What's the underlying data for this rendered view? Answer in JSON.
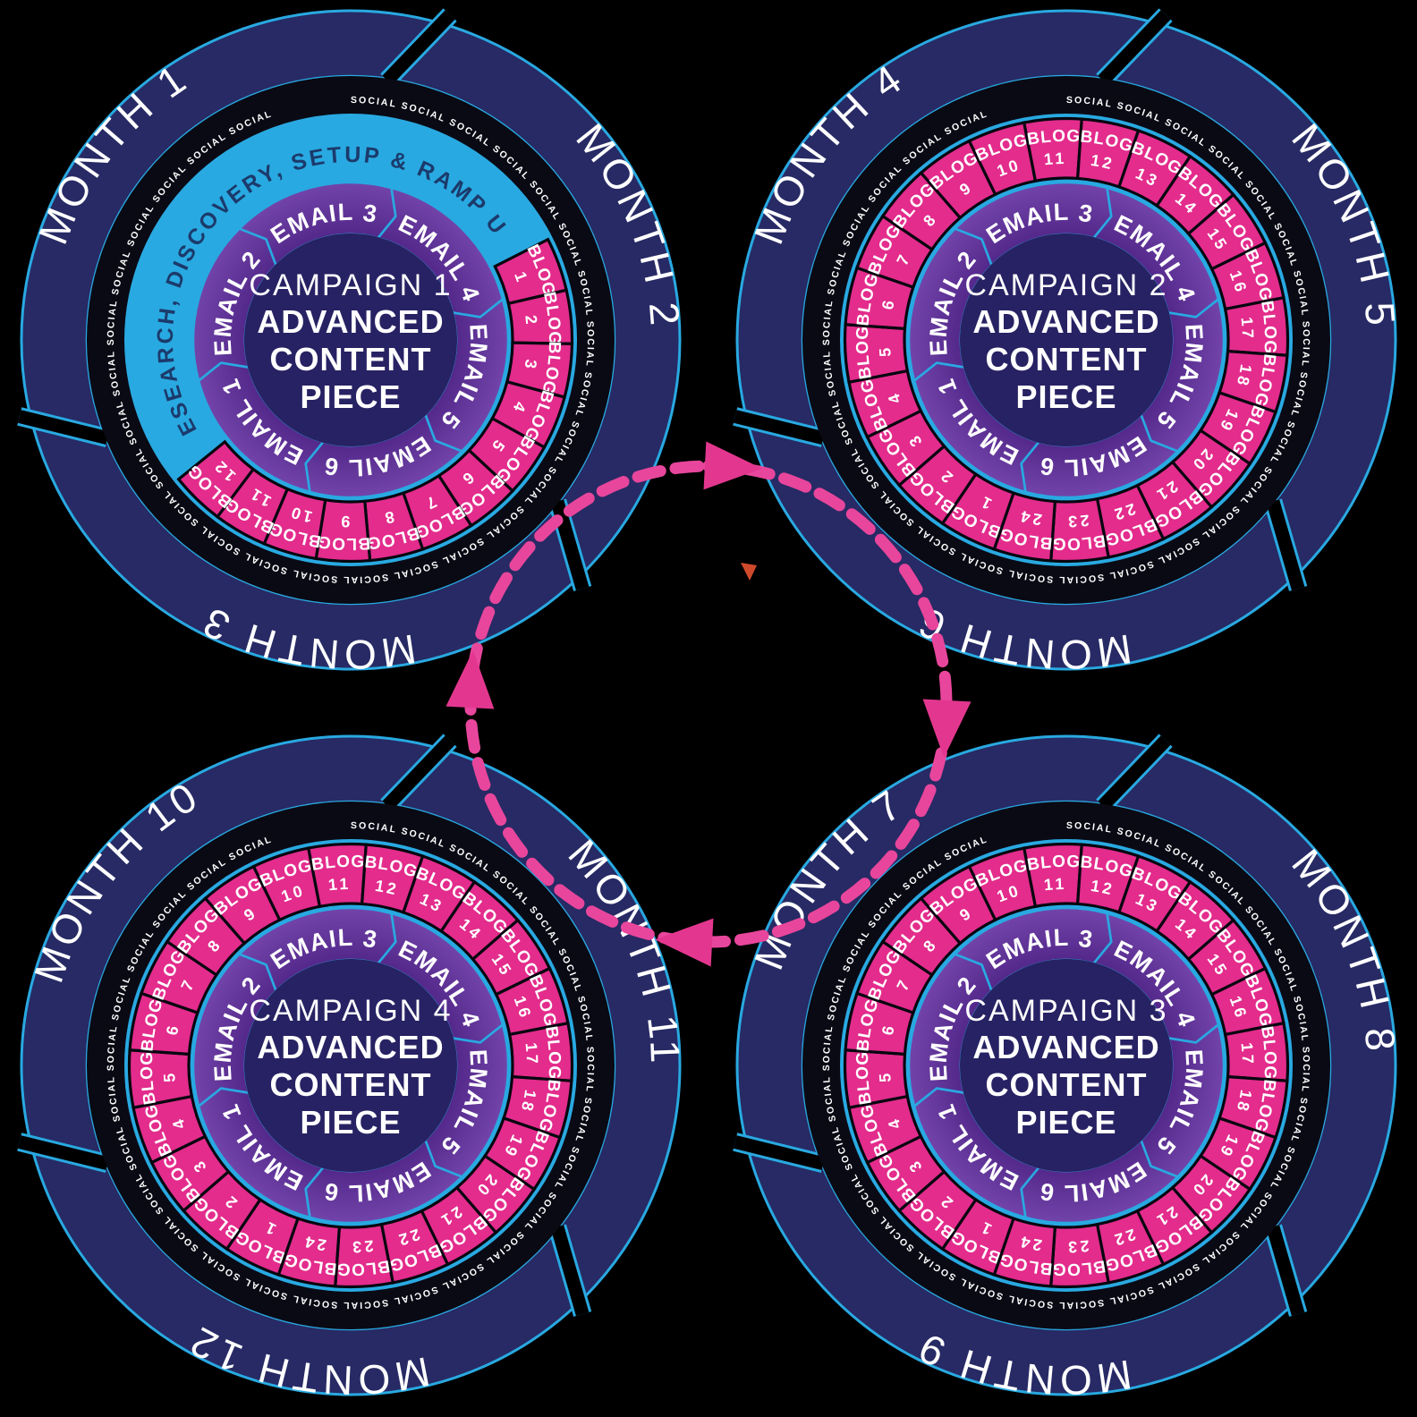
{
  "diagram": {
    "background": "#000000",
    "social_word": "SOCIAL",
    "research_banner": "RESEARCH, DISCOVERY, SETUP & RAMP UP",
    "center_subtitle_lines": [
      "ADVANCED",
      "CONTENT",
      "PIECE"
    ],
    "email_labels": [
      "EMAIL 1",
      "EMAIL 2",
      "EMAIL 3",
      "EMAIL 4",
      "EMAIL 5",
      "EMAIL 6"
    ],
    "blog_prefix": "BLOG",
    "wheels": [
      {
        "position": "top-left",
        "campaign_title": "CAMPAIGN 1",
        "months": [
          "MONTH 1",
          "MONTH 2",
          "MONTH 3"
        ],
        "has_research_banner": true,
        "blog_numbers": [
          1,
          2,
          3,
          4,
          5,
          6,
          7,
          8,
          9,
          10,
          11,
          12
        ]
      },
      {
        "position": "top-right",
        "campaign_title": "CAMPAIGN 2",
        "months": [
          "MONTH 4",
          "MONTH 5",
          "MONTH 6"
        ],
        "has_research_banner": false,
        "blog_numbers": [
          1,
          2,
          3,
          4,
          5,
          6,
          7,
          8,
          9,
          10,
          11,
          12,
          13,
          14,
          15,
          16,
          17,
          18,
          19,
          20,
          21,
          22,
          23,
          24
        ]
      },
      {
        "position": "bottom-right",
        "campaign_title": "CAMPAIGN 3",
        "months": [
          "MONTH 7",
          "MONTH 8",
          "MONTH 9"
        ],
        "has_research_banner": false,
        "blog_numbers": [
          1,
          2,
          3,
          4,
          5,
          6,
          7,
          8,
          9,
          10,
          11,
          12,
          13,
          14,
          15,
          16,
          17,
          18,
          19,
          20,
          21,
          22,
          23,
          24
        ]
      },
      {
        "position": "bottom-left",
        "campaign_title": "CAMPAIGN 4",
        "months": [
          "MONTH 10",
          "MONTH 11",
          "MONTH 12"
        ],
        "has_research_banner": false,
        "blog_numbers": [
          1,
          2,
          3,
          4,
          5,
          6,
          7,
          8,
          9,
          10,
          11,
          12,
          13,
          14,
          15,
          16,
          17,
          18,
          19,
          20,
          21,
          22,
          23,
          24
        ]
      }
    ],
    "flow": {
      "shape": "dashed-circle",
      "direction": "clockwise",
      "arrow_count": 4
    },
    "colors": {
      "ring_navy": "#272A64",
      "social_ring_black": "#0A0A15",
      "social_text": "#FFFFFF",
      "cyan": "#29A9E1",
      "pink": "#E32C8C",
      "pink_border": "#07070F",
      "purple_inner": "#53288A",
      "purple_outer": "#7244AA",
      "center_navy": "#272263",
      "text_white": "#FFFFFF",
      "research_text": "#1B3A6B",
      "dash_pink": "#E8469C",
      "arrowhead_pink": "#E3378F",
      "stray_triangle_orange": "#CF4A2B"
    }
  }
}
